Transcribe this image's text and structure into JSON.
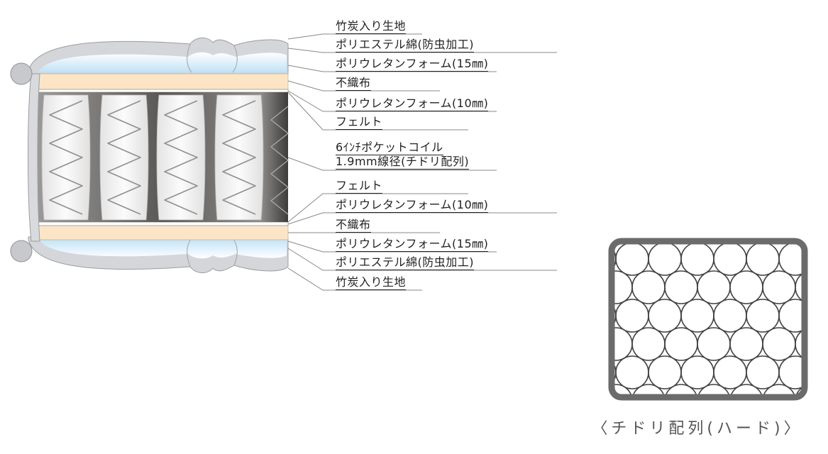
{
  "layer_labels": {
    "top_cover": "竹炭入り生地",
    "top_polyester": "ポリエステル綿(防虫加工)",
    "top_urethane_15": "ポリウレタンフォーム(15㎜)",
    "top_nonwoven": "不織布",
    "top_urethane_10": "ポリウレタンフォーム(10㎜)",
    "top_felt": "フェルト",
    "coil_line1": "6ｲﾝﾁポケットコイル",
    "coil_line2": "1.9mm線径(チドリ配列)",
    "bottom_felt": "フェルト",
    "bottom_urethane_10": "ポリウレタンフォーム(10㎜)",
    "bottom_nonwoven": "不織布",
    "bottom_urethane_15": "ポリウレタンフォーム(15㎜)",
    "bottom_polyester": "ポリエステル綿(防虫加工)",
    "bottom_cover": "竹炭入り生地"
  },
  "grid_caption": "〈チドリ配列(ハード)〉",
  "colors": {
    "cover_gray": "#d4d6da",
    "foam_blue": "#cfe8f7",
    "nonwoven_beige": "#fbe5c6",
    "coil_gray": "#9a9a9a",
    "gap_dark": "#6c6a68",
    "frame_gray": "#6b6b6b",
    "line_gray": "#888888"
  }
}
